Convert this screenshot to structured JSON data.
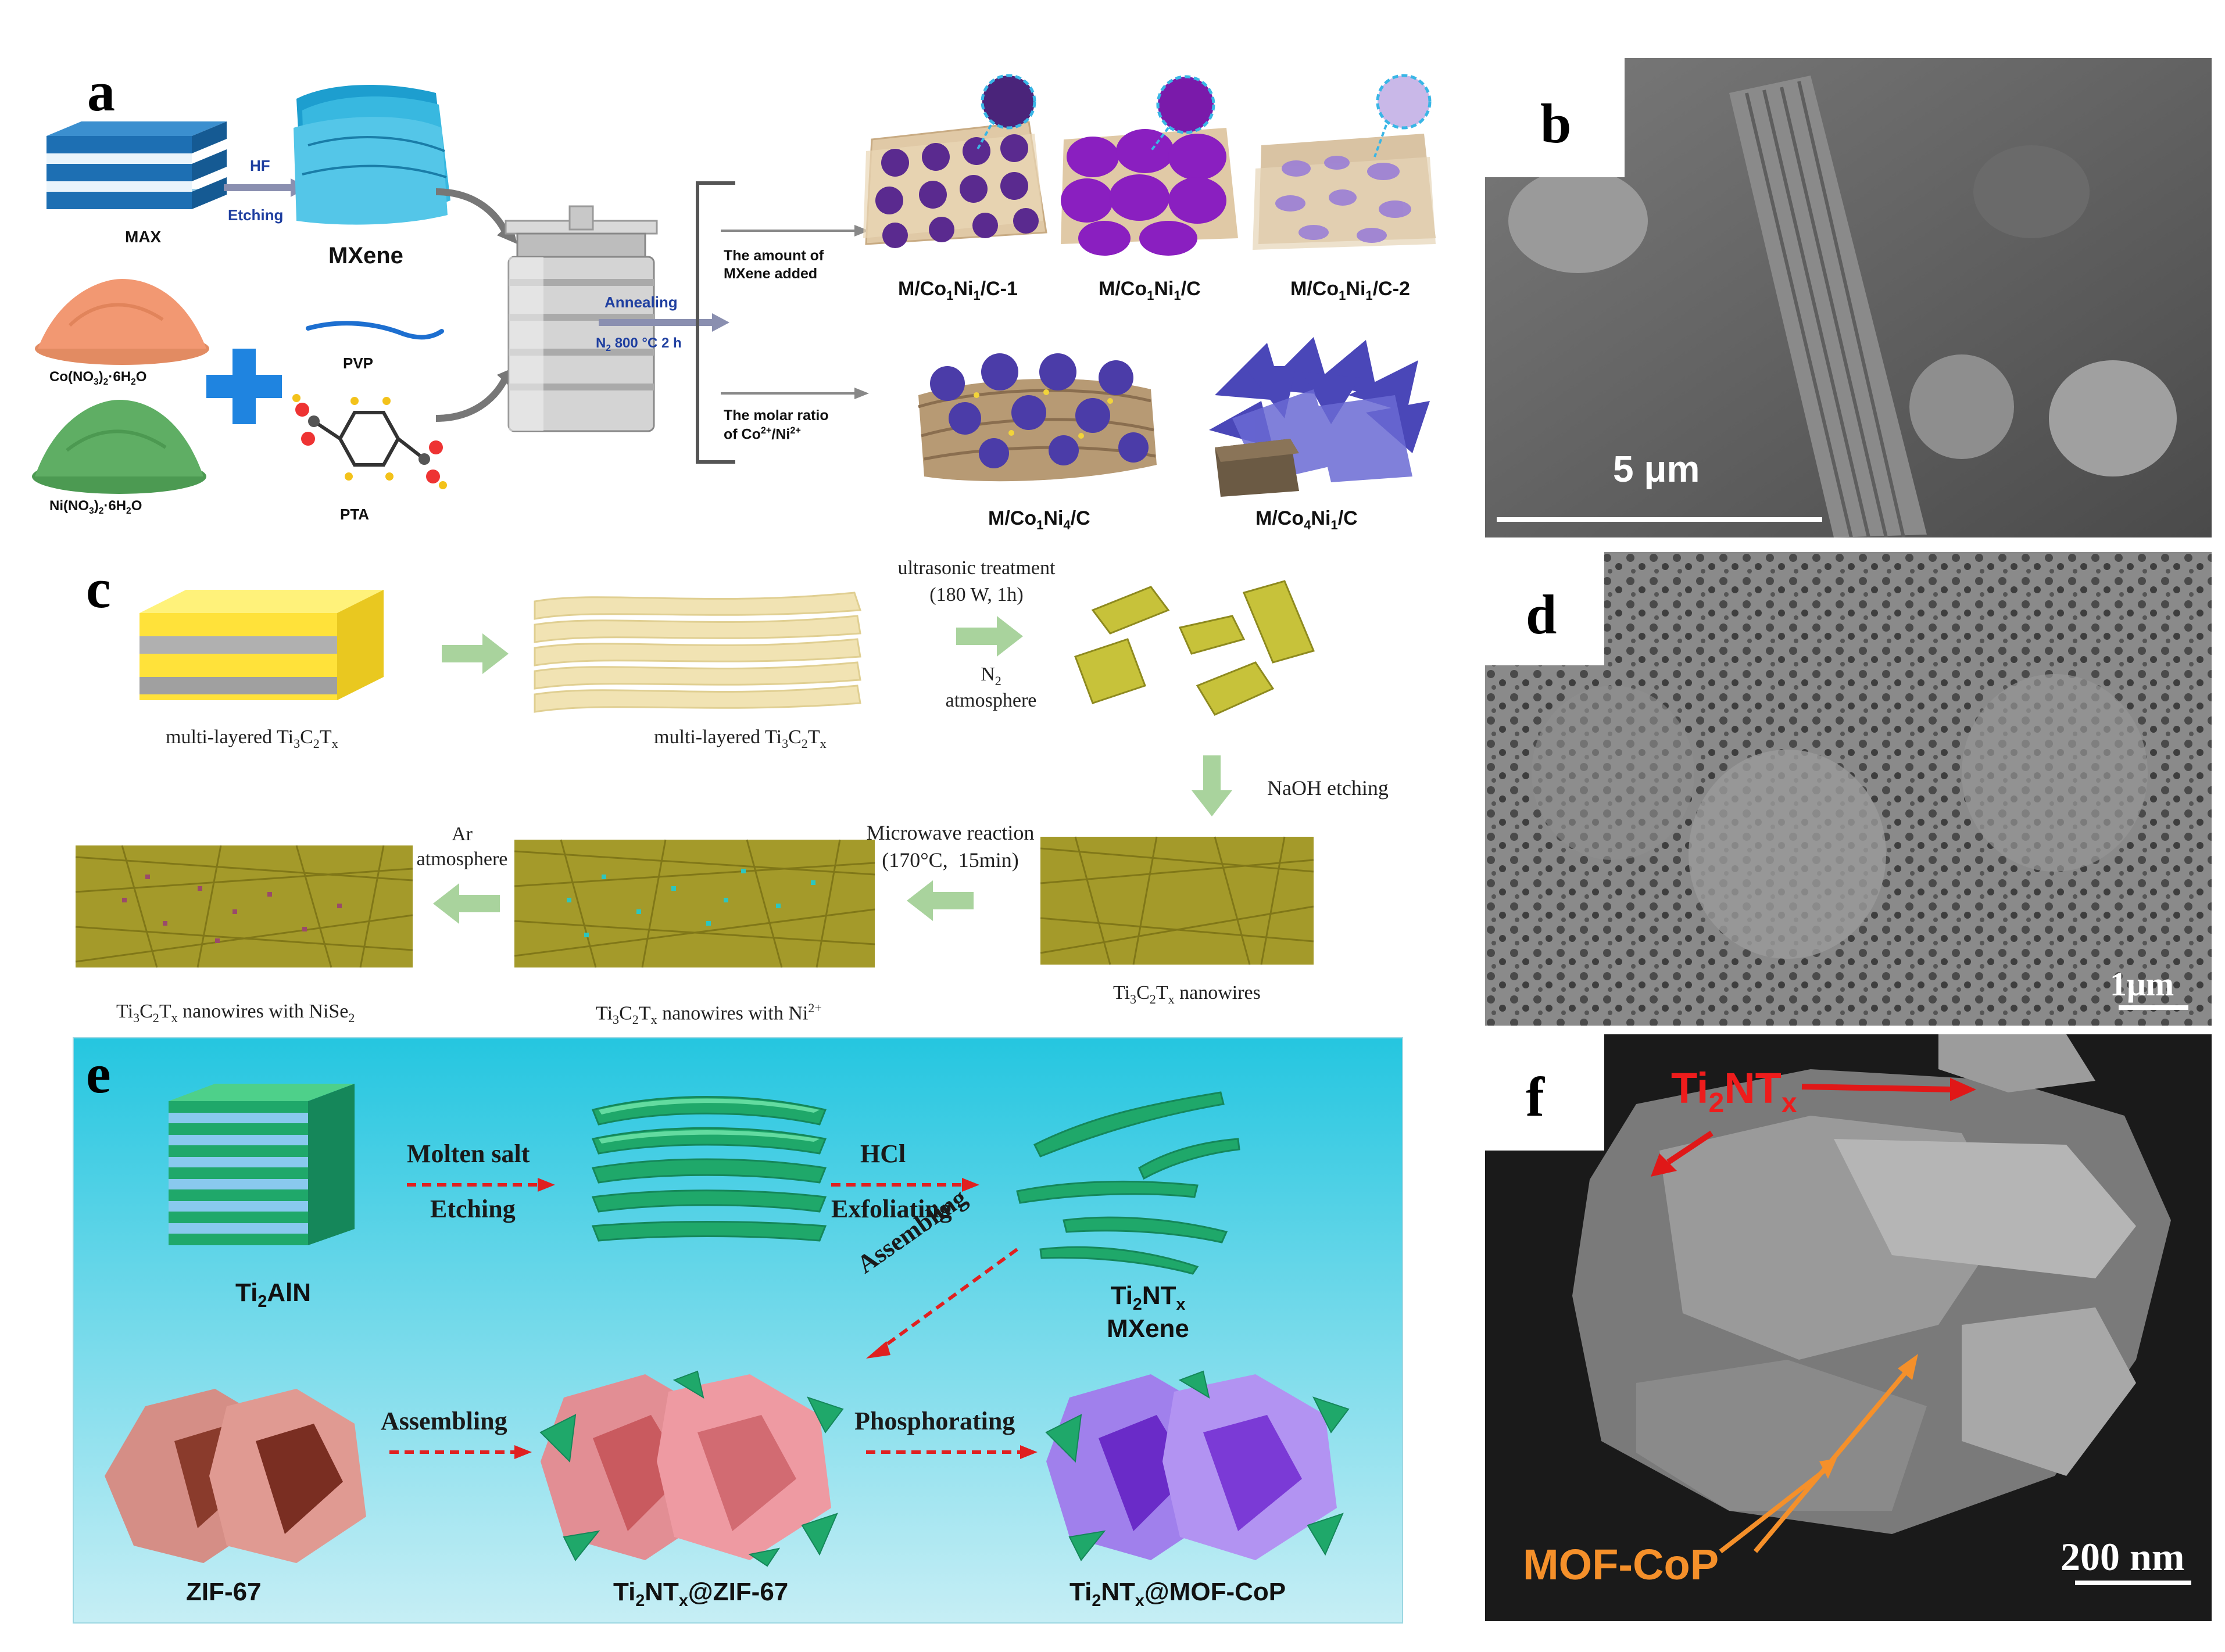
{
  "panels": {
    "a": {
      "letter": "a",
      "max": "MAX",
      "mxene": "MXene",
      "hf": "HF",
      "etching": "Etching",
      "co_nitrate": "Co(NO<sub>3</sub>)<sub>2</sub>·6H<sub>2</sub>O",
      "ni_nitrate": "Ni(NO<sub>3</sub>)<sub>2</sub>·6H<sub>2</sub>O",
      "pvp": "PVP",
      "pta": "PTA",
      "annealing": "Annealing",
      "anneal_cond": "N<sub>2</sub> 800 °C 2 h",
      "branch1": "The amount of<br>MXene added",
      "branch2": "The molar ratio<br>of Co<sup>2+</sup>/Ni<sup>2+</sup>",
      "p1": "M/Co<sub>1</sub>Ni<sub>1</sub>/C-1",
      "p2": "M/Co<sub>1</sub>Ni<sub>1</sub>/C",
      "p3": "M/Co<sub>1</sub>Ni<sub>1</sub>/C-2",
      "p4": "M/Co<sub>1</sub>Ni<sub>4</sub>/C",
      "p5": "M/Co<sub>4</sub>Ni<sub>1</sub>/C"
    },
    "b": {
      "letter": "b",
      "scale": "5 μm"
    },
    "c": {
      "letter": "c",
      "s1": "multi-layered Ti<sub>3</sub>C<sub>2</sub>T<sub>x</sub>",
      "s2": "multi-layered Ti<sub>3</sub>C<sub>2</sub>T<sub>x</sub>",
      "ultra": "ultrasonic treatment<br>(180 W, 1h)",
      "n2": "N<sub>2</sub><br>atmosphere",
      "naoh": "NaOH etching",
      "nanowires": "Ti<sub>3</sub>C<sub>2</sub>T<sub>x</sub> nanowires",
      "micro": "Microwave reaction<br>(170°C,&nbsp;&nbsp;15min)",
      "withni": "Ti<sub>3</sub>C<sub>2</sub>T<sub>x</sub> nanowires with Ni<sup>2+</sup>",
      "ar": "Ar<br>atmosphere",
      "withnise": "Ti<sub>3</sub>C<sub>2</sub>T<sub>x</sub> nanowires with NiSe<sub>2</sub>"
    },
    "d": {
      "letter": "d",
      "scale": "1μm"
    },
    "e": {
      "letter": "e",
      "ti2aln": "Ti<sub>2</sub>AlN",
      "molten": "Molten salt",
      "etching": "Etching",
      "hcl": "HCl",
      "exfol": "Exfoliating",
      "ti2ntx": "Ti<sub>2</sub>NT<sub>x</sub><br>MXene",
      "assembling_diag": "Assembling",
      "zif": "ZIF-67",
      "assembling": "Assembling",
      "ti2ntx_zif": "Ti<sub>2</sub>NT<sub>x</sub>@ZIF-67",
      "phos": "Phosphorating",
      "ti2ntx_cop": "Ti<sub>2</sub>NT<sub>x</sub>@MOF-CoP"
    },
    "f": {
      "letter": "f",
      "ti2ntx": "Ti<sub>2</sub>NT<sub>x</sub>",
      "mofcop": "MOF-CoP",
      "scale": "200 nm"
    }
  },
  "colors": {
    "panel_e_bg_top": "#28c7df",
    "panel_e_bg_bottom": "#c7eef4",
    "mxene_blue": "#2fb4d8",
    "green": "#7dc47b",
    "arrow_red": "#e02020",
    "arrow_orange": "#f5902a"
  }
}
